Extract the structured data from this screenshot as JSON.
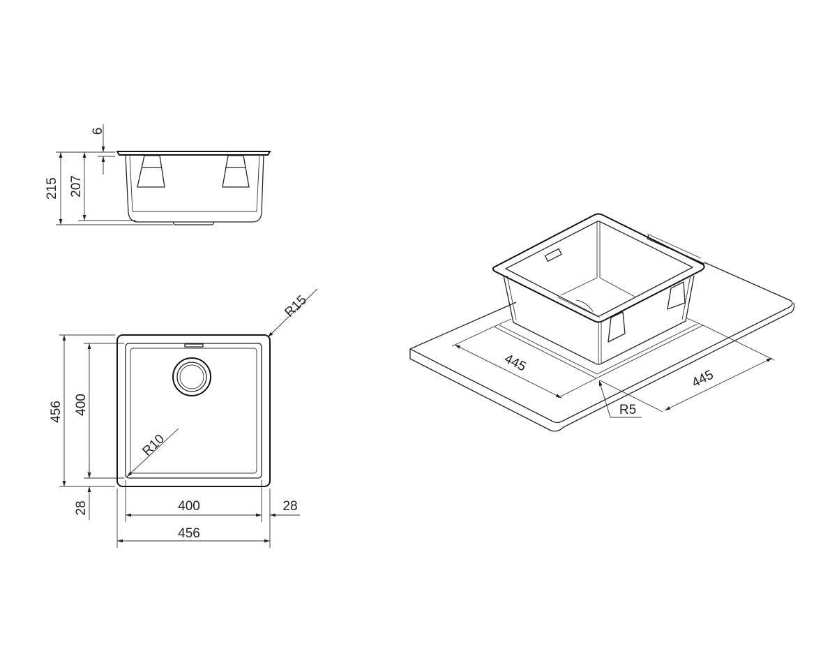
{
  "side_view": {
    "dim_total_height": "215",
    "dim_bowl_height": "207",
    "dim_rim_thickness": "6"
  },
  "top_view": {
    "dim_outer_height": "456",
    "dim_inner_height": "400",
    "dim_bottom_flange": "28",
    "dim_inner_width": "400",
    "dim_side_flange": "28",
    "dim_outer_width": "456",
    "radius_outer": "R15",
    "radius_inner": "R10"
  },
  "iso_view": {
    "cutout_width": "445",
    "cutout_depth": "445",
    "cutout_radius": "R5"
  }
}
